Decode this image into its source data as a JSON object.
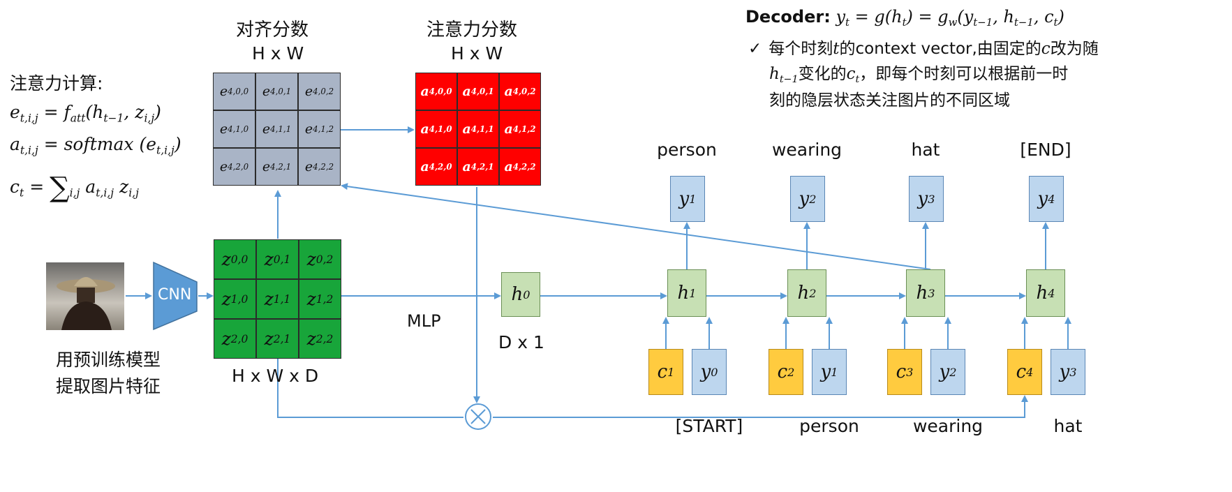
{
  "header": {
    "decoder_label": "Decoder:",
    "decoder_formula": "yt = g(ht) = gw(yt−1, ht−1, ct)",
    "check_mark": "✓",
    "note_line1": "每个时刻t的context vector,由固定的c改为随",
    "note_line2": "ht−1变化的ct，即每个时刻可以根据前一时",
    "note_line3": "刻的隐层状态关注图片的不同区域"
  },
  "attention_calc": {
    "title": "注意力计算:",
    "formula_e": "et,i,j = fatt(ht−1, zi,j)",
    "formula_a": "at,i,j = softmax (et,i,j)",
    "formula_c": "ct = ∑i,j at,i,j zi,j"
  },
  "score_grid": {
    "title": "对齐分数",
    "dims": "H x W",
    "cells": [
      [
        "e4,0,0",
        "e4,0,1",
        "e4,0,2"
      ],
      [
        "e4,1,0",
        "e4,1,1",
        "e4,1,2"
      ],
      [
        "e4,2,0",
        "e4,2,1",
        "e4,2,2"
      ]
    ],
    "color": "#a9b4c6"
  },
  "attn_grid": {
    "title": "注意力分数",
    "dims": "H x W",
    "cells": [
      [
        "a4,0,0",
        "a4,0,1",
        "a4,0,2"
      ],
      [
        "a4,1,0",
        "a4,1,1",
        "a4,1,2"
      ],
      [
        "a4,2,0",
        "a4,2,1",
        "a4,2,2"
      ]
    ],
    "color": "#ff0000"
  },
  "feature_grid": {
    "dims": "H x W x D",
    "cells": [
      [
        "z0,0",
        "z0,1",
        "z0,2"
      ],
      [
        "z1,0",
        "z1,1",
        "z1,2"
      ],
      [
        "z2,0",
        "z2,1",
        "z2,2"
      ]
    ],
    "color": "#18a53a"
  },
  "cnn": {
    "label": "CNN",
    "color": "#5b9bd5"
  },
  "image_caption": {
    "line1": "用预训练模型",
    "line2": "提取图片特征"
  },
  "mlp_label": "MLP",
  "h0": {
    "label": "h0",
    "dims": "D x 1"
  },
  "multiply_symbol": "⊗",
  "steps": [
    {
      "h": "h1",
      "y_out": "y1",
      "out_word": "person",
      "c": "c1",
      "y_in": "y0",
      "in_word": "[START]"
    },
    {
      "h": "h2",
      "y_out": "y2",
      "out_word": "wearing",
      "c": "c2",
      "y_in": "y1",
      "in_word": "person"
    },
    {
      "h": "h3",
      "y_out": "y3",
      "out_word": "hat",
      "c": "c3",
      "y_in": "y2",
      "in_word": "wearing"
    },
    {
      "h": "h4",
      "y_out": "y4",
      "out_word": "[END]",
      "c": "c4",
      "y_in": "y3",
      "in_word": "hat"
    }
  ],
  "colors": {
    "arrow": "#5b9bd5",
    "h_box": "#c7e0b4",
    "y_box": "#bdd6ee",
    "c_box": "#ffcb3f"
  }
}
